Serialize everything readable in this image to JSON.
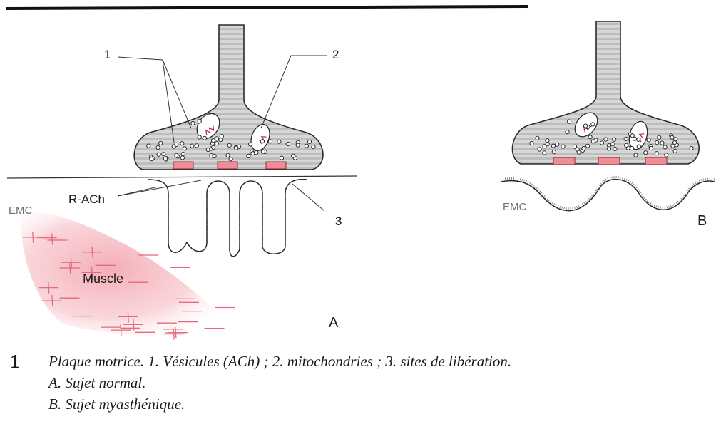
{
  "panel_a": {
    "labels": {
      "vesicles_number": "1",
      "mitochondria_number": "2",
      "release_sites_number": "3",
      "receptor": "R-ACh",
      "extracellular_matrix": "EMC",
      "muscle": "Muscle",
      "panel_letter": "A"
    }
  },
  "panel_b": {
    "labels": {
      "extracellular_matrix": "EMC",
      "panel_letter": "B"
    }
  },
  "caption": {
    "figure_number": "1",
    "line1": "Plaque motrice. 1. Vésicules (ACh) ; 2. mitochondries ; 3. sites de libération.",
    "line2": "A. Sujet normal.",
    "line3": "B. Sujet myasthénique."
  },
  "colors": {
    "terminal_fill": "#d4d4d4",
    "release_site": "#ef8c95",
    "muscle": "#ee8e9a",
    "outline": "#2a2a2a"
  }
}
